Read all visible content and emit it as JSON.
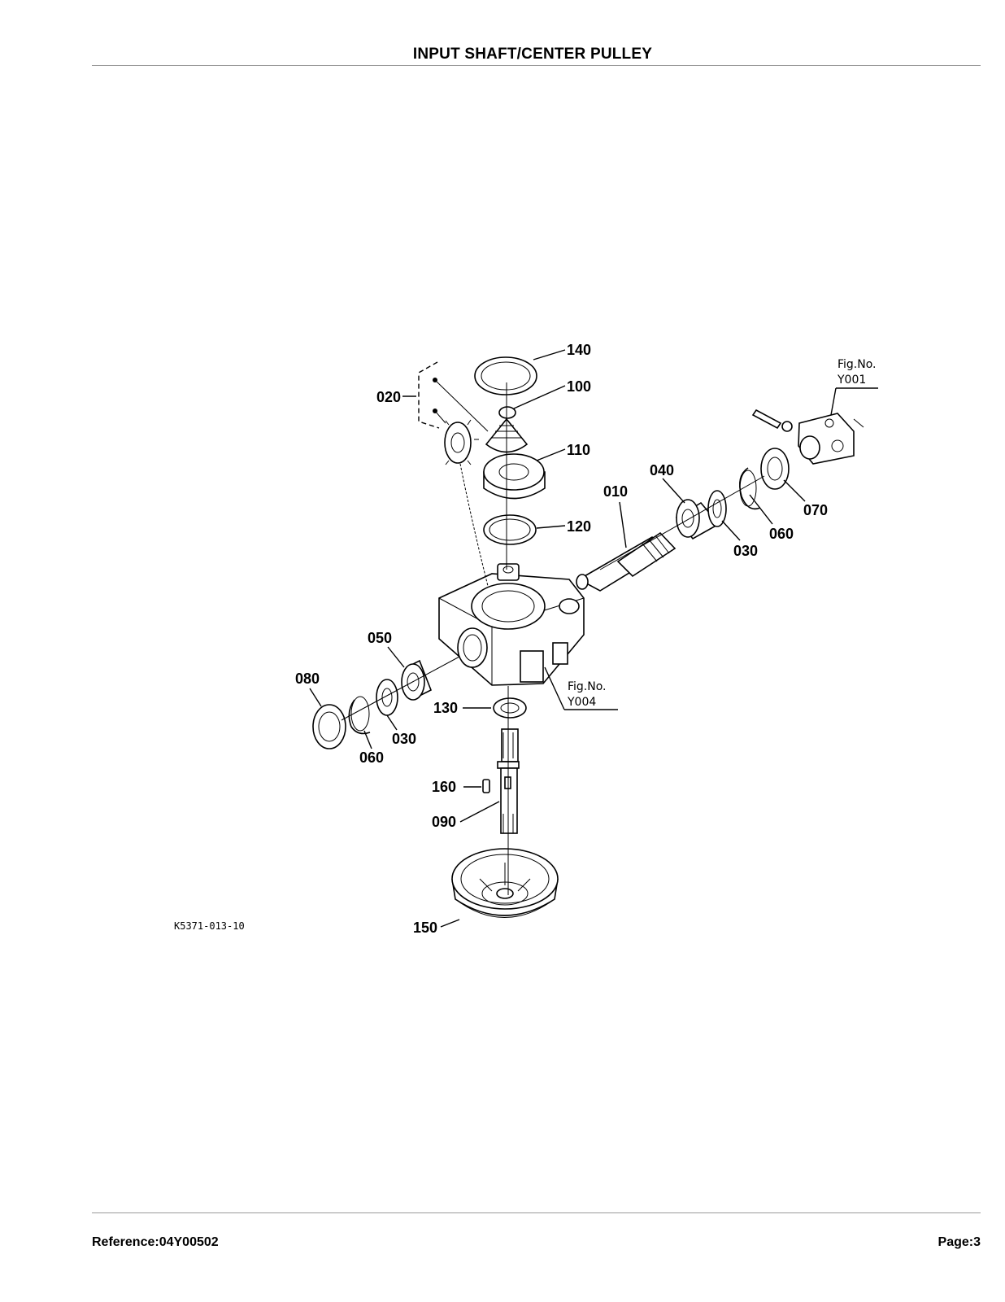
{
  "header": {
    "title": "INPUT SHAFT/CENTER PULLEY"
  },
  "diagram": {
    "drawing_code": "K5371-013-10",
    "fig_refs": [
      {
        "label": "Fig.No.",
        "code": "Y001"
      },
      {
        "label": "Fig.No.",
        "code": "Y004"
      }
    ],
    "callouts": [
      "140",
      "100",
      "020",
      "110",
      "040",
      "010",
      "070",
      "060",
      "030",
      "120",
      "050",
      "080",
      "130",
      "030",
      "060",
      "160",
      "090",
      "150"
    ]
  },
  "footer": {
    "reference": "Reference:04Y00502",
    "page": "Page:3"
  }
}
